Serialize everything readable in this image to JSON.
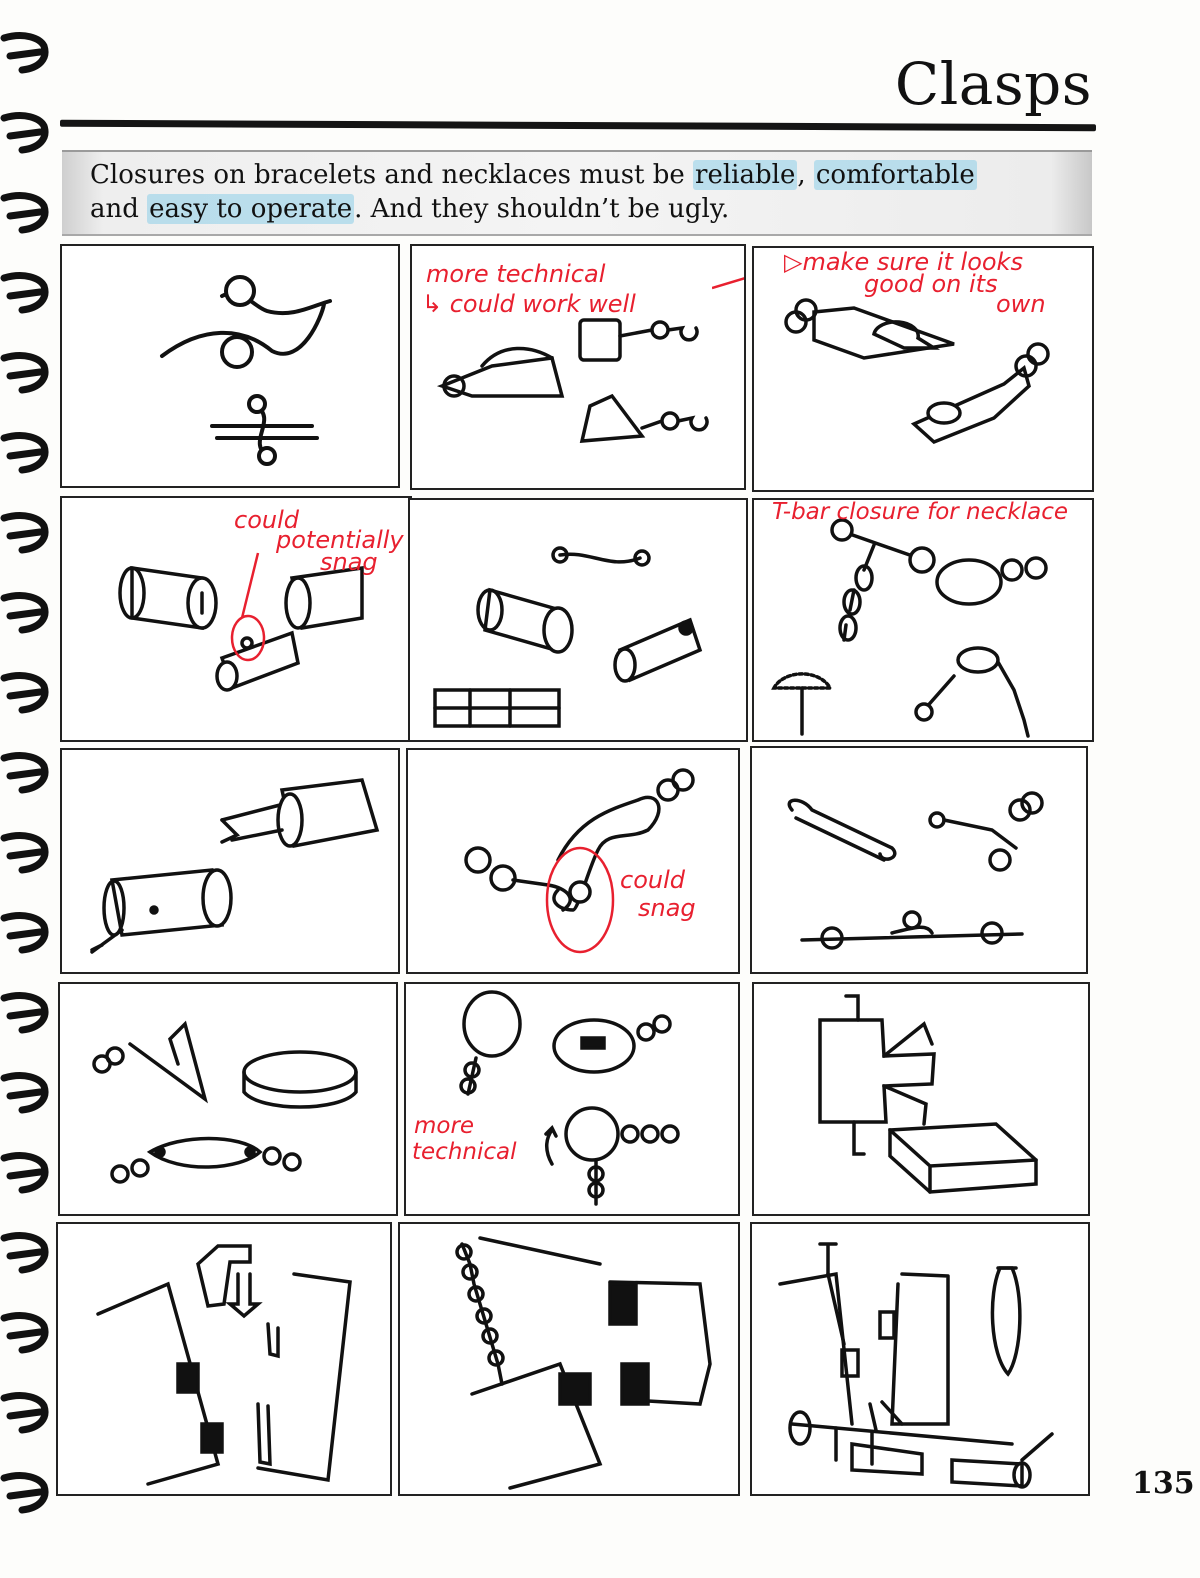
{
  "page": {
    "title": "Clasps",
    "page_number": "135",
    "intro": {
      "part1": "Closures on bracelets and necklaces must be ",
      "hl1": "reliable",
      "part2": ", ",
      "hl2": "comfortable",
      "part3": " and ",
      "hl3": "easy to operate",
      "part4": ".  And they shouldn’t be ugly."
    },
    "highlight_color": "#78c8e6",
    "annotation_color": "#e8202f"
  },
  "annotations": {
    "more_technical_1": "more technical",
    "could_work_well": "↳ could work well",
    "make_sure": "▷make sure it looks",
    "good_on_own": "good on its",
    "own": "own",
    "could_potentially_snag_1": "could",
    "could_potentially_snag_2": "potentially",
    "could_potentially_snag_3": "snag",
    "t_bar": "T-bar closure for necklace",
    "could_snag_1": "could",
    "could_snag_2": "snag",
    "more_technical_2a": "more",
    "more_technical_2b": "technical"
  }
}
